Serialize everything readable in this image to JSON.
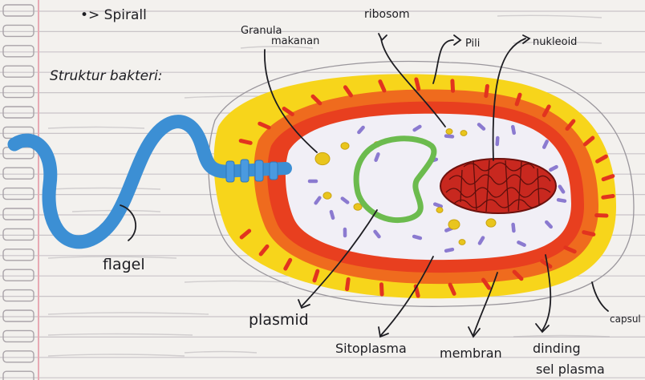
{
  "page": {
    "heading": "•> Spirall",
    "subheading": "Struktur bakteri:"
  },
  "labels": {
    "granula_line1": "Granula",
    "granula_line2": "makanan",
    "ribosom": "ribosom",
    "pili": "Pili",
    "nukleoid": "nukleoid",
    "flagel": "flagel",
    "plasmid": "plasmid",
    "sitoplasma": "Sitoplasma",
    "membran": "membran",
    "dinding_line1": "dinding",
    "dinding_line2": "sel plasma",
    "capsul": "capsul"
  },
  "colors": {
    "paper": "#f3f1ee",
    "rule_line": "#c9c4c8",
    "margin_line": "#e7a9b4",
    "capsule": "#f7d51b",
    "cell_wall": "#ef6b1e",
    "membrane": "#e83f1f",
    "pili": "#e2331f",
    "cytoplasm": "#f1eff6",
    "flagellum": "#3c8fd4",
    "plasmid": "#6cbb4e",
    "nucleoid": "#c8281f",
    "nucleoid_pattern": "#5d0f0c",
    "ribosome": "#8b7ad0",
    "food_granule": "#e9c51d",
    "ink": "#1d1d22"
  }
}
